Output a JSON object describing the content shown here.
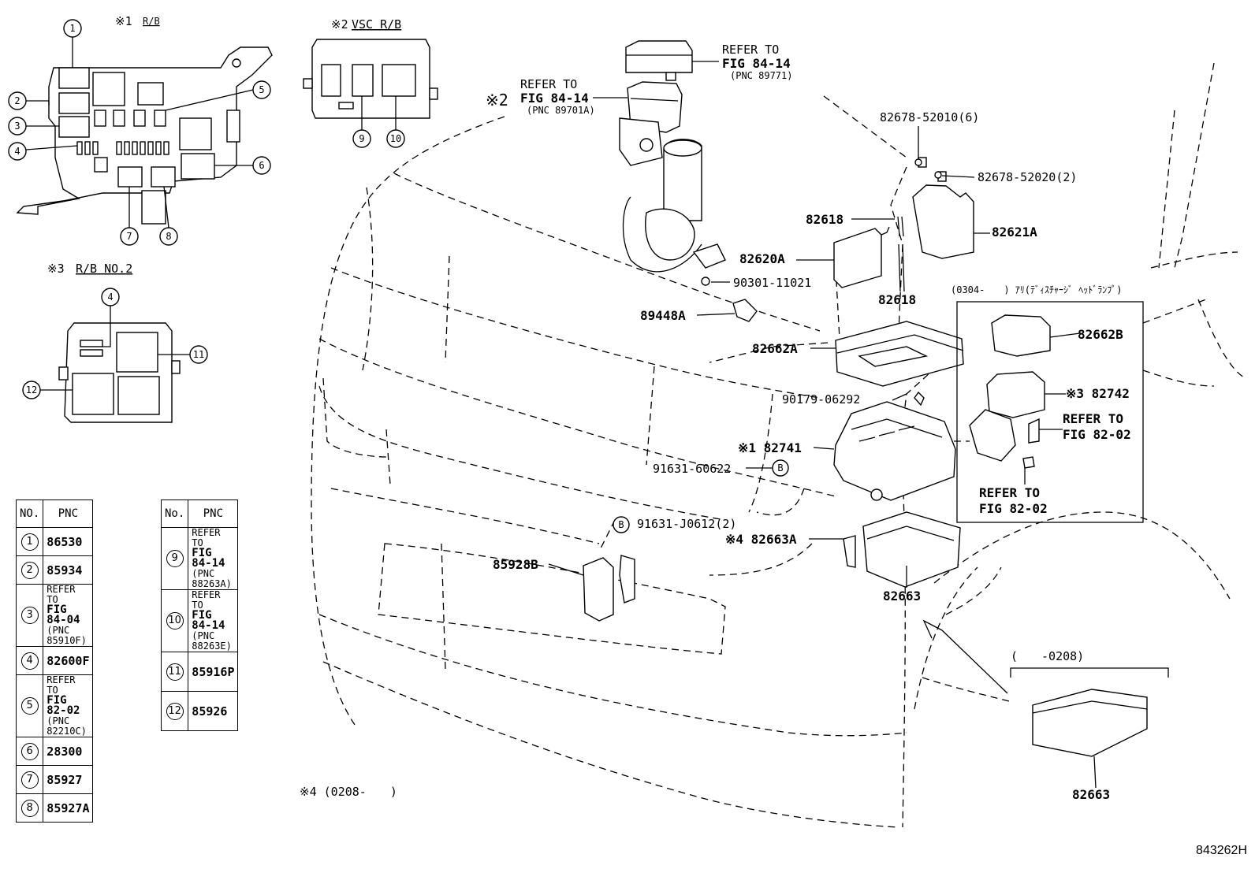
{
  "insets": {
    "rb1": {
      "mark": "※1",
      "title": "R/B"
    },
    "vsc": {
      "mark": "※2",
      "title": "VSC R/B"
    },
    "rb2": {
      "mark": "※3",
      "title": "R/B NO.2"
    }
  },
  "callouts": [
    "1",
    "2",
    "3",
    "4",
    "5",
    "6",
    "7",
    "8",
    "9",
    "10",
    "11",
    "12",
    "4"
  ],
  "labels": {
    "refer_8977": [
      "REFER TO",
      "FIG 84-14",
      "(PNC 89771)"
    ],
    "refer_8970": [
      "REFER TO",
      "FIG 84-14",
      "(PNC 89701A)"
    ],
    "mark2": "※2",
    "p82678_52010": "82678-52010(6)",
    "p82678_52020": "82678-52020(2)",
    "p82618a": "82618",
    "p82618b": "82618",
    "p82621A": "82621A",
    "p82620A": "82620A",
    "p90301": "90301-11021",
    "p89448A": "89448A",
    "p82662A": "82662A",
    "p90179": "90179-06292",
    "p82741": "※1 82741",
    "p91631_60622": "91631-60622",
    "callout_b1": "B",
    "callout_b2": "B",
    "p91631_J0612": "91631-J0612(2)",
    "p82663A": "※4 82663A",
    "p85928B": "85928B",
    "p82663a": "82663",
    "p82663b": "82663",
    "box_caption": "(0304-　　) ｱﾘ(ﾃﾞｨｽﾁｬｰｼﾞ ﾍｯﾄﾞﾗﾝﾌﾟ)",
    "p82662B": "82662B",
    "p82742": "※3 82742",
    "refer_82_02a": [
      "REFER TO",
      "FIG 82-02"
    ],
    "refer_82_02b": [
      "REFER TO",
      "FIG 82-02"
    ],
    "date_0208": "(　　-0208)",
    "note4": "※4 (0208-　　)",
    "diagram_code": "843262H"
  },
  "table_left": {
    "headers": [
      "NO.",
      "PNC"
    ],
    "rows": [
      {
        "no": "1",
        "pnc": [
          "86530"
        ]
      },
      {
        "no": "2",
        "pnc": [
          "85934"
        ]
      },
      {
        "no": "3",
        "pnc": [
          "REFER TO",
          "FIG 84-04",
          "(PNC 85910F)"
        ]
      },
      {
        "no": "4",
        "pnc": [
          "82600F"
        ]
      },
      {
        "no": "5",
        "pnc": [
          "REFER TO",
          "FIG 82-02",
          "(PNC 82210C)"
        ]
      },
      {
        "no": "6",
        "pnc": [
          "28300"
        ]
      },
      {
        "no": "7",
        "pnc": [
          "85927"
        ]
      },
      {
        "no": "8",
        "pnc": [
          "85927A"
        ]
      }
    ]
  },
  "table_right": {
    "headers": [
      "No.",
      "PNC"
    ],
    "rows": [
      {
        "no": "9",
        "pnc": [
          "REFER TO",
          "FIG 84-14",
          "(PNC 88263A)"
        ]
      },
      {
        "no": "10",
        "pnc": [
          "REFER TO",
          "FIG 84-14",
          "(PNC 88263E)"
        ]
      },
      {
        "no": "11",
        "pnc": [
          "85916P"
        ]
      },
      {
        "no": "12",
        "pnc": [
          "85926"
        ]
      }
    ]
  }
}
